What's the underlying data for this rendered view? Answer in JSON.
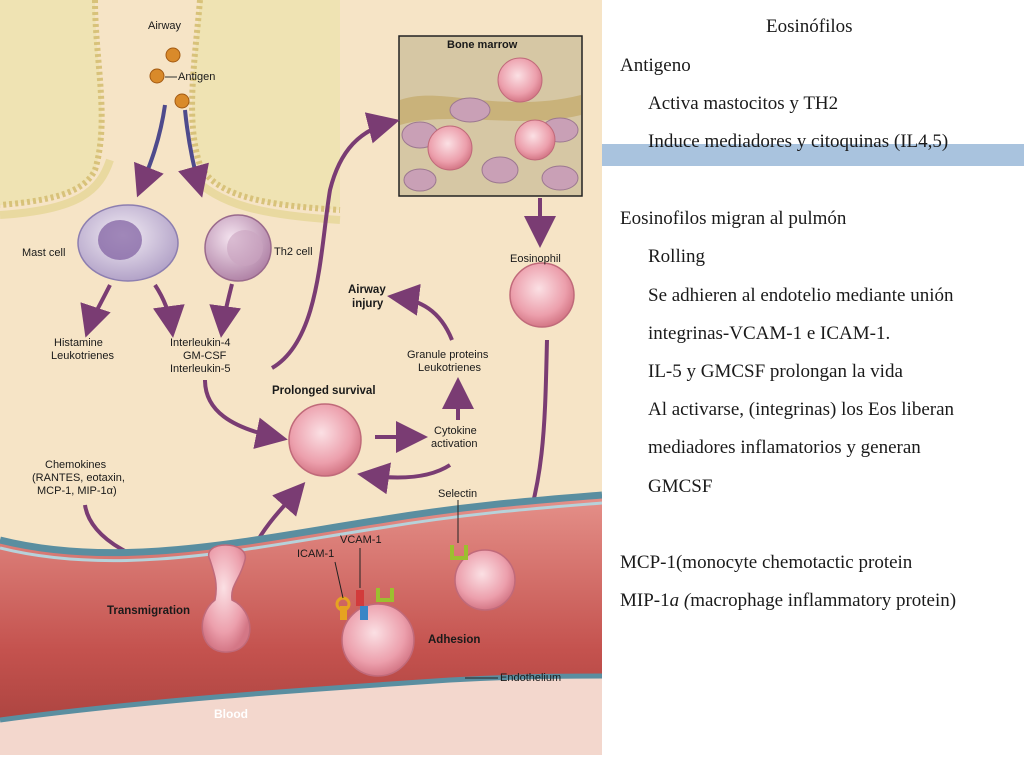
{
  "figure": {
    "labels": {
      "airway": "Airway",
      "antigen": "Antigen",
      "bone_marrow": "Bone marrow",
      "mast_cell": "Mast cell",
      "th2_cell": "Th2 cell",
      "eosinophil": "Eosinophil",
      "histamine": "Histamine",
      "leukotrienes": "Leukotrienes",
      "il4": "Interleukin-4",
      "gmcsf": "GM-CSF",
      "il5": "Interleukin-5",
      "airway_injury_1": "Airway",
      "airway_injury_2": "injury",
      "granule_proteins": "Granule proteins",
      "granule_leukotrienes": "Leukotrienes",
      "prolonged_survival": "Prolonged survival",
      "cytokine": "Cytokine",
      "activation": "activation",
      "chemokines_1": "Chemokines",
      "chemokines_2": "(RANTES, eotaxin,",
      "chemokines_3": "MCP-1, MIP-1α)",
      "selectin": "Selectin",
      "vcam1": "VCAM-1",
      "icam1": "ICAM-1",
      "transmigration": "Transmigration",
      "adhesion": "Adhesion",
      "endothelium": "Endothelium",
      "blood": "Blood"
    }
  },
  "notes": {
    "title": "Eosinófilos",
    "antigen_heading": "Antigeno",
    "antigen_point_1": "Activa mastocitos y TH2",
    "antigen_point_2": "Induce mediadores y citoquinas (IL4,5)",
    "migration_heading": "Eosinofilos migran al pulmón",
    "migration_point_1": "Rolling",
    "migration_point_2a": "Se adhieren al endotelio mediante unión",
    "migration_point_2b": "integrinas-VCAM-1 e ICAM-1.",
    "migration_point_3": "IL-5 y GMCSF prolongan la vida",
    "migration_point_4a": "Al activarse, (integrinas) los Eos liberan",
    "migration_point_4b": "mediadores inflamatorios y generan",
    "migration_point_4c": "GMCSF",
    "mcp1": "MCP-1(monocyte chemotactic protein",
    "mip1_prefix": "MIP-1",
    "mip1_alpha": "a (",
    "mip1_rest": "macrophage inflammatory protein)"
  },
  "colors": {
    "background_panel": "#f6e4c6",
    "accent_bar": "#a9c3de",
    "arrow": "#7a3c73",
    "eosinophil_cell": "#e9a0ad",
    "vessel": "#c4524e",
    "endothelium": "#5a8ea0"
  }
}
